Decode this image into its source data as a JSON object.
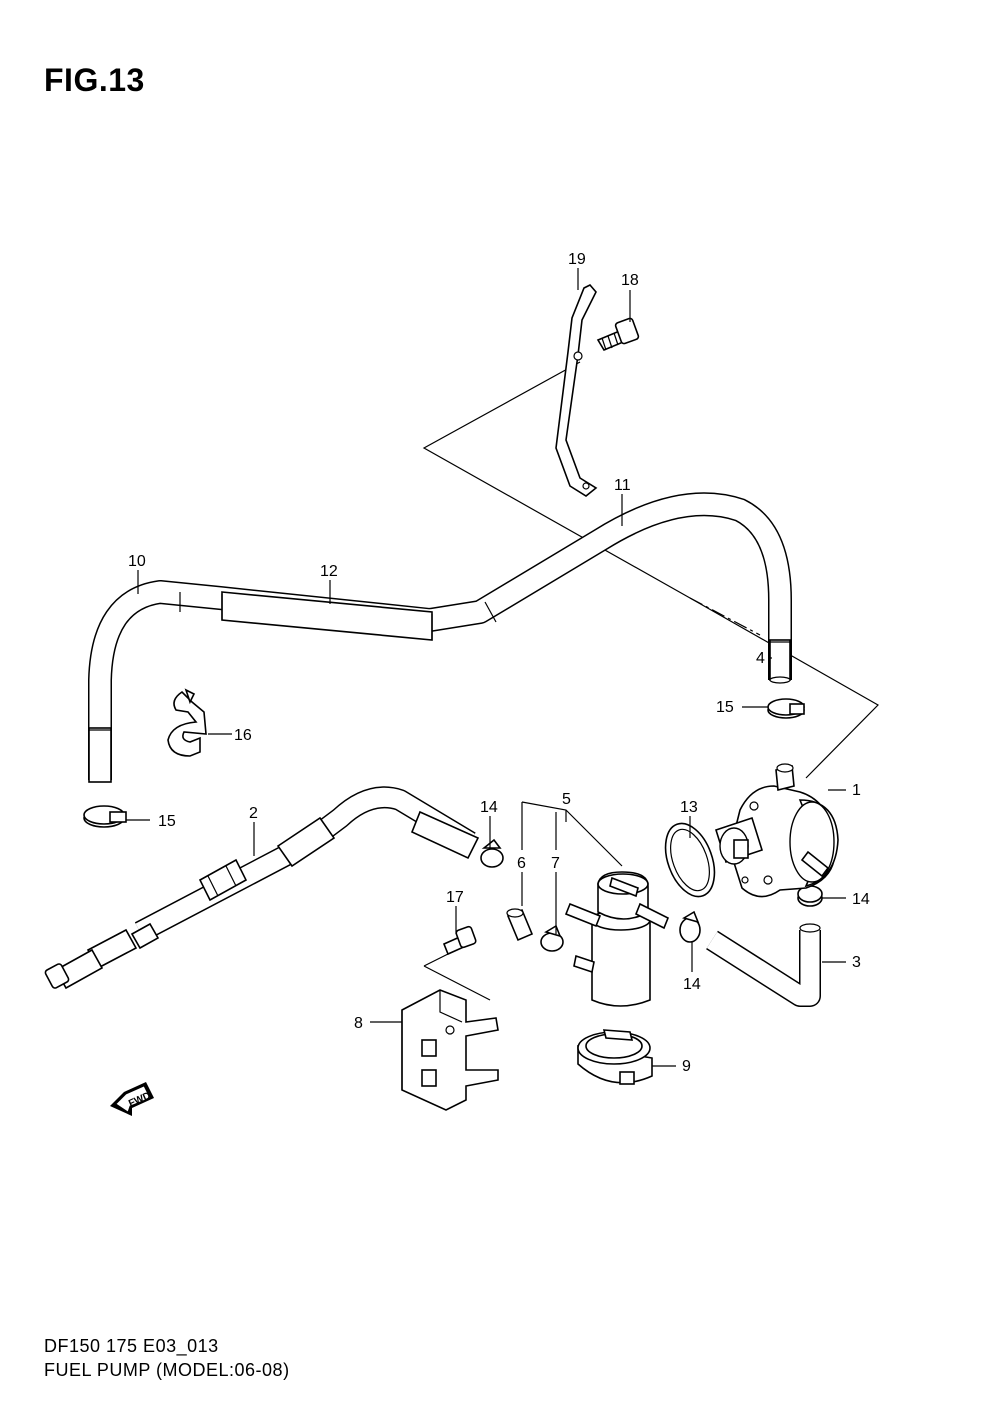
{
  "header": {
    "figure_label": "FIG.13"
  },
  "footer": {
    "model_code": "DF150 175 E03_013",
    "diagram_title": "FUEL PUMP (MODEL:06-08)"
  },
  "callouts": {
    "c1": "1",
    "c2": "2",
    "c3": "3",
    "c4": "4",
    "c5": "5",
    "c6": "6",
    "c7": "7",
    "c8": "8",
    "c9": "9",
    "c10": "10",
    "c11": "11",
    "c12": "12",
    "c13": "13",
    "c14a": "14",
    "c14b": "14",
    "c14c": "14",
    "c15a": "15",
    "c15b": "15",
    "c16": "16",
    "c17": "17",
    "c18": "18",
    "c19": "19"
  },
  "direction_badge": {
    "text": "FWD"
  }
}
